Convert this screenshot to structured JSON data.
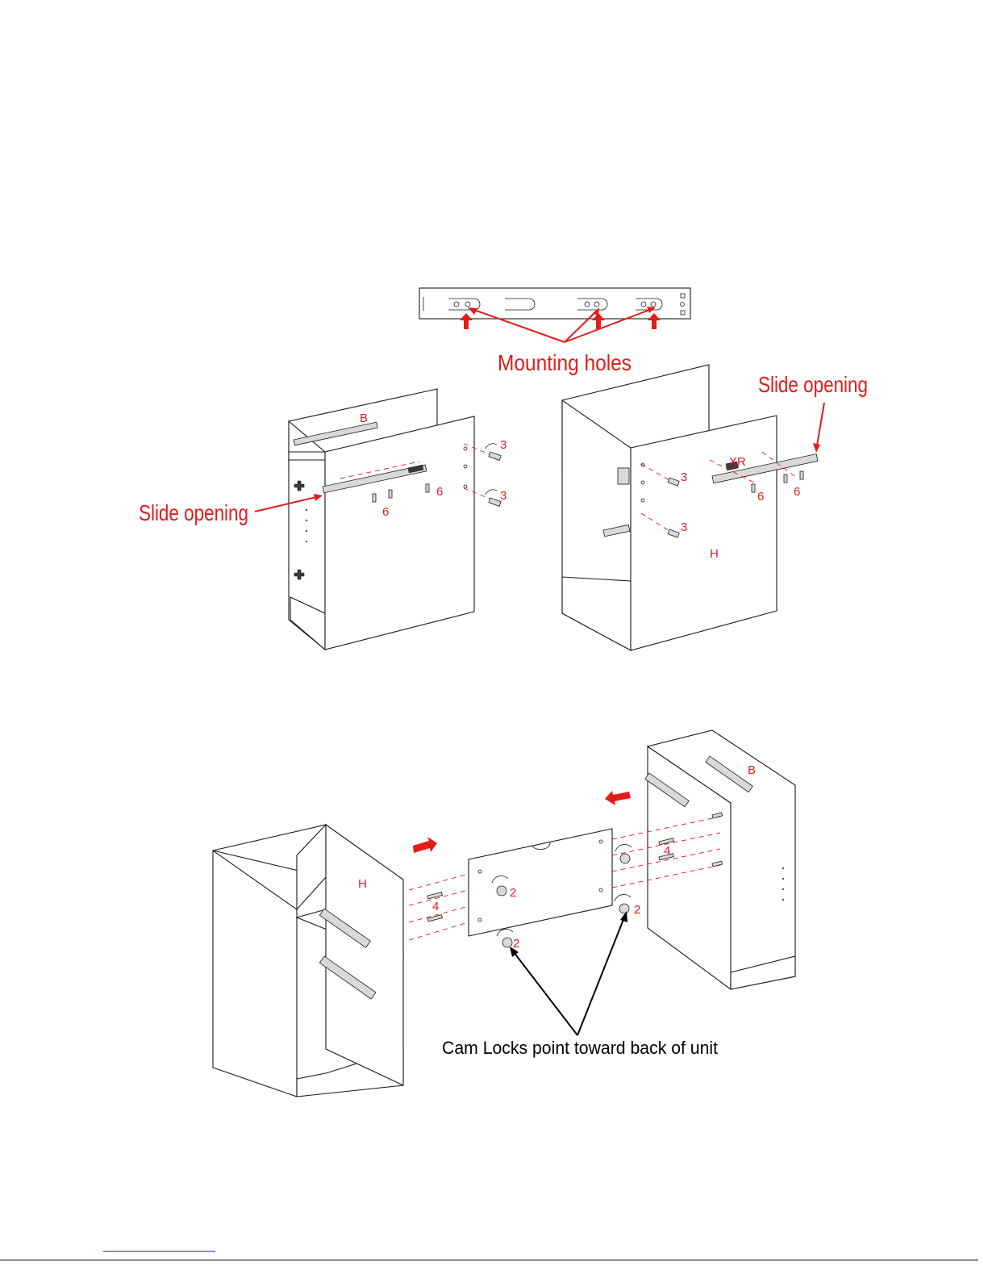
{
  "callouts": {
    "mounting_holes": "Mounting holes",
    "slide_opening_left": "Slide opening",
    "slide_opening_right": "Slide opening",
    "cam_locks": "Cam Locks point toward back of unit"
  },
  "part_labels": {
    "top_left_panel": "B",
    "top_right_panel_xr": "XR",
    "top_right_panel_h": "H",
    "bottom_left_panel": "H",
    "bottom_right_panel": "B"
  },
  "hardware_numbers": {
    "tl_a": "3",
    "tl_b": "3",
    "tl_c": "6",
    "tl_d": "6",
    "tr_a": "3",
    "tr_b": "3",
    "tr_c": "6",
    "tr_d": "6",
    "b_a": "4",
    "b_b": "2",
    "b_c": "2",
    "b_d": "4",
    "b_e": "2"
  },
  "colors": {
    "callout": "#e31b1b",
    "line_art": "#1a1a1a",
    "footer_link": "#1f3fbf"
  }
}
